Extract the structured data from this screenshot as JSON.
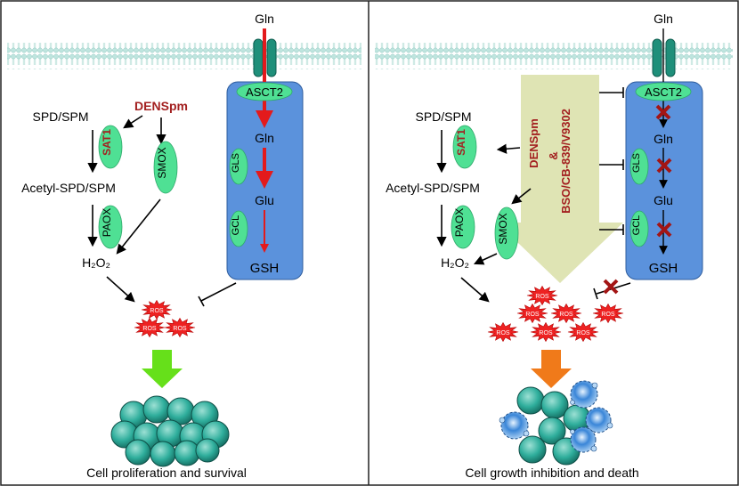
{
  "left_panel": {
    "gln_label": "Gln",
    "transporter_label": "ASCT2",
    "gln_inner_label": "Gln",
    "gls_label": "GLS",
    "glu_label": "Glu",
    "gcl_label": "GCL",
    "gsh_label": "GSH",
    "drug_label": "DENSpm",
    "spd_spm_label": "SPD/SPM",
    "sat1_label": "SAT1",
    "smox_label": "SMOX",
    "acetyl_label": "Acetyl-SPD/SPM",
    "paox_label": "PAOX",
    "h2o2_label": "H₂O₂",
    "ros_label": "ROS",
    "caption": "Cell proliferation and survival"
  },
  "right_panel": {
    "gln_label": "Gln",
    "transporter_label": "ASCT2",
    "gln_inner_label": "Gln",
    "gls_label": "GLS",
    "glu_label": "Glu",
    "gcl_label": "GCL",
    "gsh_label": "GSH",
    "drug_label": "DENSpm",
    "amp_label": "&",
    "combo_label": "BSO/CB-839/V9302",
    "spd_spm_label": "SPD/SPM",
    "sat1_label": "SAT1",
    "smox_label": "SMOX",
    "acetyl_label": "Acetyl-SPD/SPM",
    "paox_label": "PAOX",
    "h2o2_label": "H₂O₂",
    "ros_label": "ROS",
    "caption": "Cell growth inhibition and death"
  },
  "colors": {
    "membrane": "#b9e3dd",
    "enzyme_green": "#4fe094",
    "blue_box": "#5b92dc",
    "red_arrow": "#e31a1c",
    "drug_text": "#a32020",
    "ros_red": "#ee2222",
    "green_arrow": "#66e01a",
    "orange_arrow": "#f07a1a",
    "cell_teal": "#2fae9c",
    "dying_cell_blue": "#3a86d8",
    "big_arrow": "#dfe4b4",
    "x_mark": "#a31515"
  }
}
